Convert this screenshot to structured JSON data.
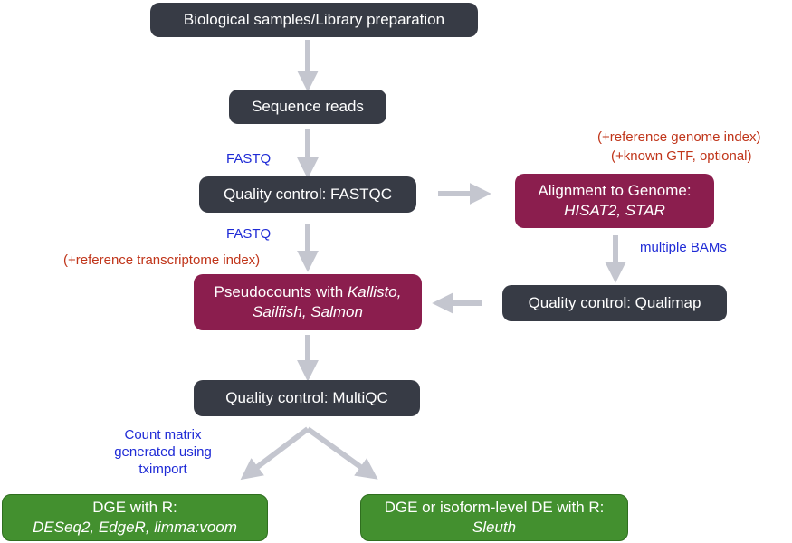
{
  "boxes": {
    "biological": "Biological samples/Library preparation",
    "sequence_reads": "Sequence reads",
    "qc_fastqc": "Quality control: FASTQC",
    "alignment": {
      "line1": "Alignment to Genome:",
      "line2": "HISAT2, STAR"
    },
    "pseudocounts": {
      "line1_plain": "Pseudocounts with ",
      "line1_italic": "Kallisto,",
      "line2_italic": "Sailfish, Salmon"
    },
    "qc_qualimap": "Quality control: Qualimap",
    "qc_multiqc": "Quality control: MultiQC",
    "dge_r": {
      "line1": "DGE with R:",
      "line2": "DESeq2, EdgeR, limma:voom"
    },
    "dge_isoform": {
      "line1": "DGE or isoform-level DE with R:",
      "line2": "Sleuth"
    }
  },
  "labels": {
    "fastq_top": "FASTQ",
    "fastq_mid": "FASTQ",
    "ref_genome_line1": "(+reference genome index)",
    "ref_genome_line2": "(+known GTF, optional)",
    "ref_transcriptome": "(+reference transcriptome index)",
    "multiple_bams": "multiple BAMs",
    "count_matrix_line1": "Count matrix",
    "count_matrix_line2": "generated using",
    "count_matrix_line3": "tximport"
  },
  "colors": {
    "dark_box": "#373b45",
    "red_box": "#8b1e4e",
    "green_box": "#43902f",
    "arrow": "#c4c6cf",
    "blue_text": "#1f2bd6",
    "orange_text": "#c0351a"
  }
}
